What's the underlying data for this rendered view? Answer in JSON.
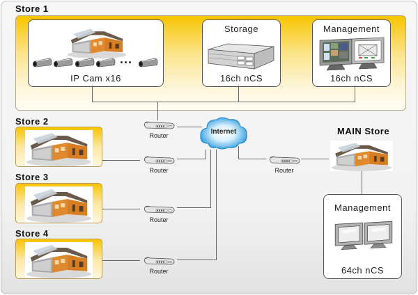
{
  "stores": {
    "store1": {
      "label": "Store 1",
      "ipcam": {
        "label": "IP Cam x16",
        "ellipsis": "..."
      },
      "storage": {
        "title": "Storage",
        "label": "16ch nCS"
      },
      "management": {
        "title": "Management",
        "label": "16ch nCS"
      }
    },
    "store2": {
      "label": "Store 2"
    },
    "store3": {
      "label": "Store 3"
    },
    "store4": {
      "label": "Store 4"
    }
  },
  "main_store": {
    "label": "MAIN Store",
    "management": {
      "title": "Management",
      "label": "64ch nCS"
    }
  },
  "internet": {
    "label": "Internet"
  },
  "routers": [
    {
      "label": "Router"
    },
    {
      "label": "Router"
    },
    {
      "label": "Router"
    },
    {
      "label": "Router"
    },
    {
      "label": "Router"
    }
  ],
  "colors": {
    "accent": "#f7c400",
    "cloud": "#3aa7e6",
    "building": "#e08a30"
  }
}
